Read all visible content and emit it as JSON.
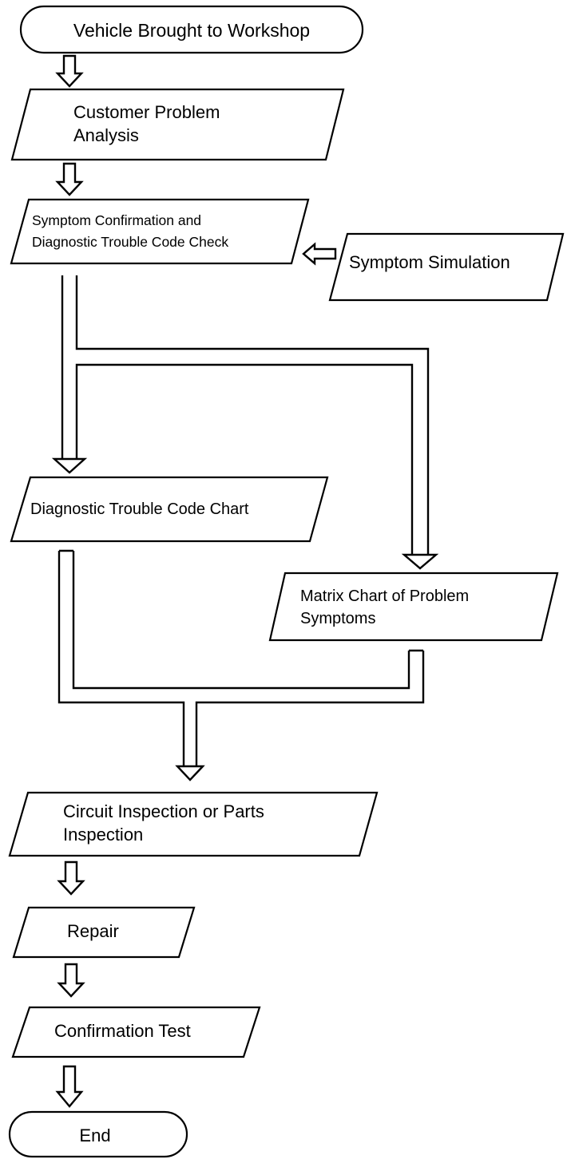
{
  "flowchart": {
    "start": "Vehicle Brought to Workshop",
    "customer_problem_analysis": [
      "Customer Problem",
      "Analysis"
    ],
    "symptom_confirmation": [
      "Symptom Confirmation and",
      "Diagnostic Trouble Code Check"
    ],
    "symptom_simulation": "Symptom Simulation",
    "dtc_chart": "Diagnostic Trouble Code Chart",
    "matrix_chart": [
      "Matrix Chart of Problem",
      "Symptoms"
    ],
    "circuit_inspection": [
      "Circuit Inspection or Parts",
      "Inspection"
    ],
    "repair": "Repair",
    "confirmation_test": "Confirmation Test",
    "end": "End"
  },
  "colors": {
    "line": "#000000",
    "background": "#ffffff"
  }
}
